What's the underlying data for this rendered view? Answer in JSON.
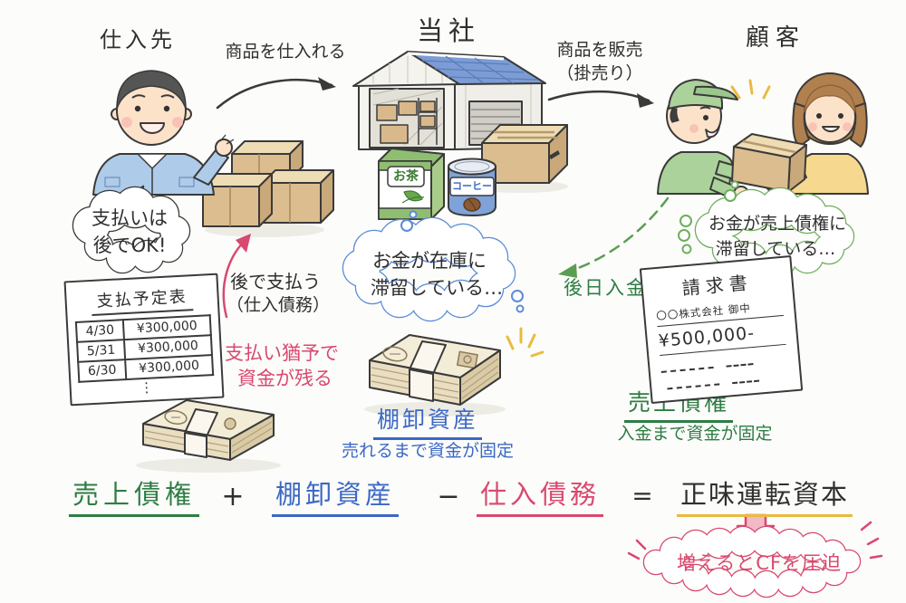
{
  "palette": {
    "ink": "#2f2f2f",
    "green": "#2e7d44",
    "green_line": "#6fae5e",
    "blue": "#3b68c5",
    "blue_line": "#5c8bd9",
    "pink": "#d8496f",
    "yellow": "#e9bb3f"
  },
  "actors": {
    "supplier": "仕入先",
    "company": "当社",
    "customer": "顧客"
  },
  "flows": {
    "purchase": "商品を仕入れる",
    "sale_line1": "商品を販売",
    "sale_line2": "（掛売り）",
    "later_deposit": "後日入金"
  },
  "supplier_bubble": {
    "line1": "支払いは",
    "line2": "後でOK!"
  },
  "payment_table": {
    "title": "支払予定表",
    "rows": [
      {
        "date": "4/30",
        "amount": "¥300,000"
      },
      {
        "date": "5/31",
        "amount": "¥300,000"
      },
      {
        "date": "6/30",
        "amount": "¥300,000"
      }
    ],
    "ellipsis": "⋮"
  },
  "pay_later_note": {
    "line1": "後で支払う",
    "line2": "（仕入債務）"
  },
  "grace_note": {
    "line1": "支払い猶予で",
    "line2": "資金が残る"
  },
  "inventory_bubble": {
    "line1": "お金が在庫に",
    "line2": "滞留している…"
  },
  "inventory_label": {
    "title": "棚卸資産",
    "caption": "売れるまで資金が固定"
  },
  "receivable_bubble": {
    "line1": "お金が売上債権に",
    "line2": "滞留している…"
  },
  "invoice": {
    "title": "請求書",
    "addressee": "〇〇株式会社 御中",
    "amount": "¥500,000-"
  },
  "receivable_label": {
    "title": "売上債権",
    "caption": "入金まで資金が固定"
  },
  "products": {
    "tea": "お茶",
    "coffee": "コーヒー"
  },
  "formula": {
    "receivable": "売上債権",
    "plus": "+",
    "inventory": "棚卸資産",
    "minus": "−",
    "payable": "仕入債務",
    "equals": "=",
    "result": "正味運転資本"
  },
  "cf_note": {
    "text": "増えるとCFを圧迫"
  }
}
